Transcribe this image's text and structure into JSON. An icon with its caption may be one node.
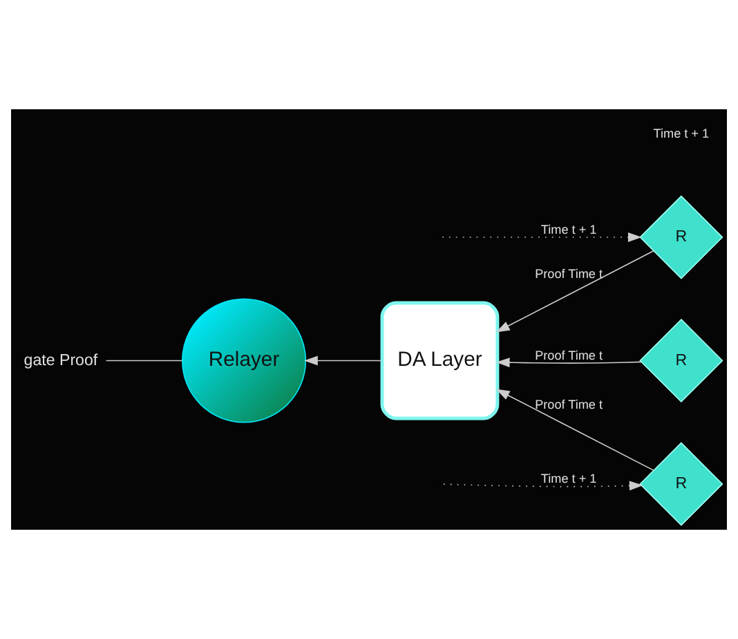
{
  "diagram": {
    "nodes": [
      {
        "text": [
          "gate Proof"
        ]
      },
      {
        "text": [
          "Relayer"
        ]
      },
      {
        "text": [
          "DA Layer"
        ]
      },
      {
        "text": [
          "R"
        ]
      },
      {
        "text": [
          "R"
        ]
      },
      {
        "text": [
          "R"
        ]
      }
    ],
    "edges": [
      {
        "from": 1,
        "to": 0,
        "arrow": "none"
      },
      {
        "from": 2,
        "to": 1,
        "arrow": "to"
      },
      {
        "from": 3,
        "to": 2,
        "arrow": "to",
        "label": "Proof Time t"
      },
      {
        "from": 4,
        "to": 2,
        "arrow": "to",
        "label": "Proof Time t"
      },
      {
        "from": 5,
        "to": 2,
        "arrow": "to",
        "label": "Proof Time t"
      },
      {
        "from": null,
        "to": 3,
        "arrow": "to",
        "label": "Time t + 1",
        "style": "dashed"
      },
      {
        "from": null,
        "to": 5,
        "arrow": "to",
        "label": "Time t + 1",
        "style": "dashed"
      }
    ],
    "labels": [
      "Time t + 1"
    ]
  }
}
